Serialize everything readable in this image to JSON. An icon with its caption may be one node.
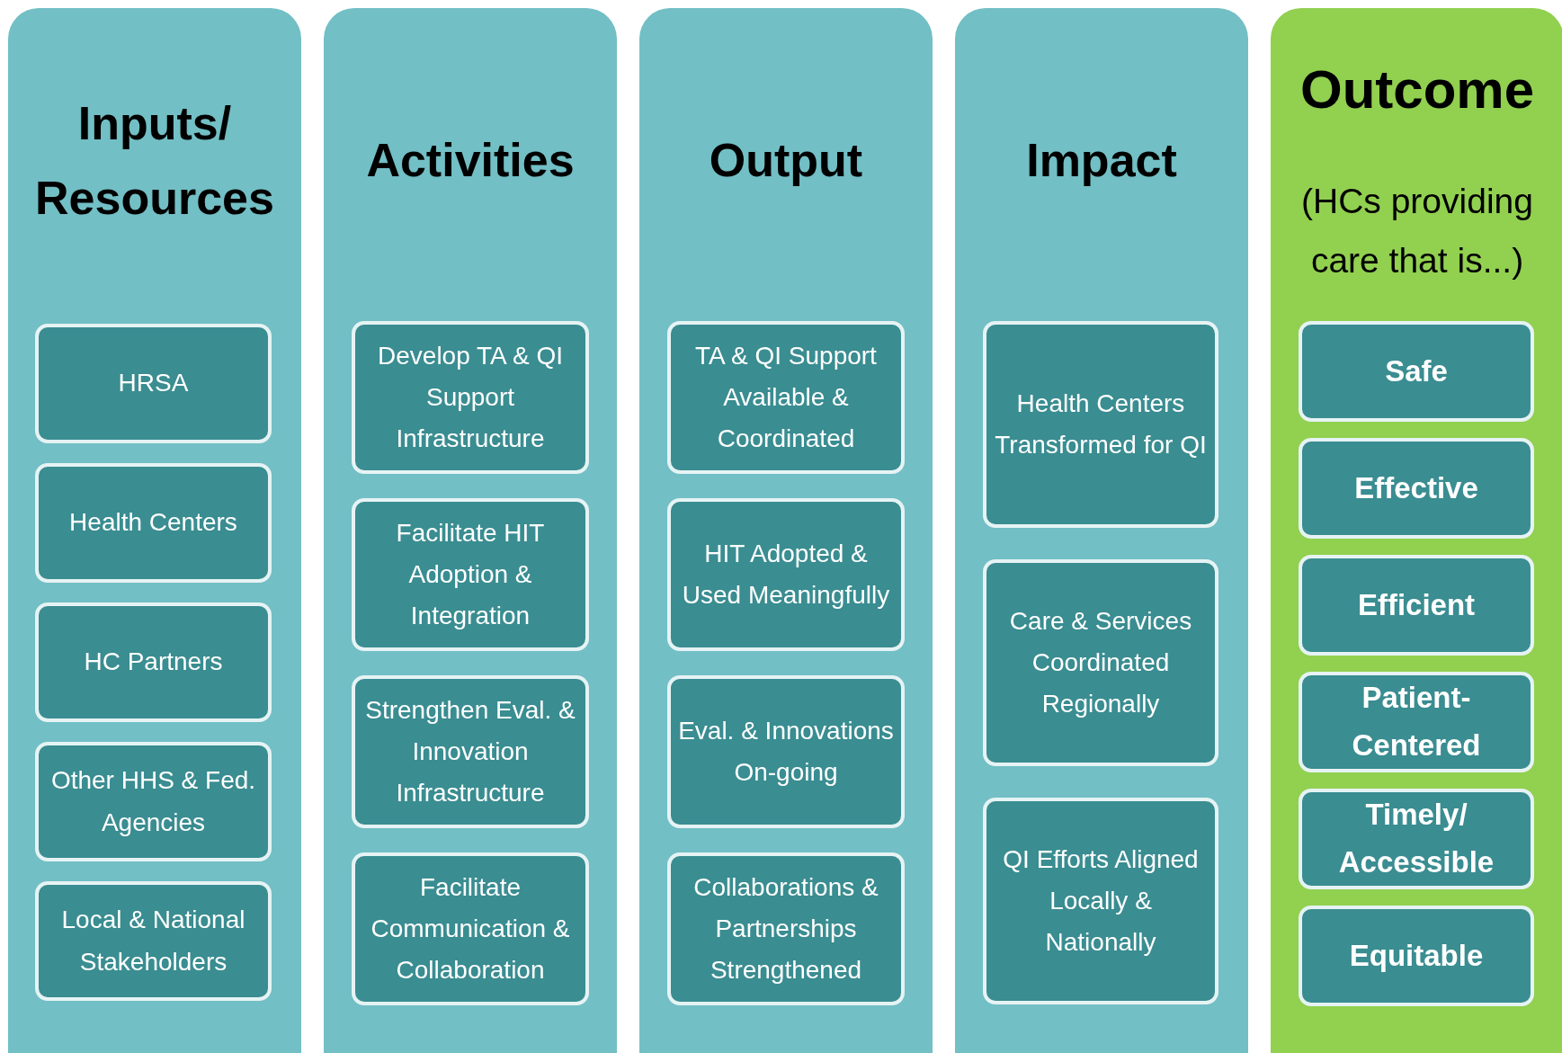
{
  "diagram": {
    "nodes": [
      {
        "text": [
          "Inputs/ Resources"
        ]
      },
      {
        "text": [
          "HRSA"
        ],
        "in": 0
      },
      {
        "text": [
          "Health Centers"
        ],
        "in": 0
      },
      {
        "text": [
          "HC Partners"
        ],
        "in": 0
      },
      {
        "text": [
          "Other HHS & Fed. Agencies"
        ],
        "in": 0
      },
      {
        "text": [
          "Local & National Stakeholders"
        ],
        "in": 0
      },
      {
        "text": [
          "Activities"
        ]
      },
      {
        "text": [
          "Develop TA & QI Support Infrastructure"
        ],
        "in": 6
      },
      {
        "text": [
          "Facilitate HIT Adoption & Integration"
        ],
        "in": 6
      },
      {
        "text": [
          "Strengthen Eval. & Innovation Infrastructure"
        ],
        "in": 6
      },
      {
        "text": [
          "Facilitate Communication & Collaboration"
        ],
        "in": 6
      },
      {
        "text": [
          "Output"
        ]
      },
      {
        "text": [
          "TA & QI Support Available & Coordinated"
        ],
        "in": 11
      },
      {
        "text": [
          "HIT Adopted & Used Meaningfully"
        ],
        "in": 11
      },
      {
        "text": [
          "Eval. & Innovations On-going"
        ],
        "in": 11
      },
      {
        "text": [
          "Collaborations & Partnerships Strengthened"
        ],
        "in": 11
      },
      {
        "text": [
          "Impact"
        ]
      },
      {
        "text": [
          "Health Centers Transformed for QI"
        ],
        "in": 16
      },
      {
        "text": [
          "Care & Services Coordinated Regionally"
        ],
        "in": 16
      },
      {
        "text": [
          "QI Efforts Aligned Locally & Nationally"
        ],
        "in": 16
      },
      {
        "text": [
          "Outcome",
          "(HCs providing care that is...)"
        ]
      },
      {
        "text": [
          "Safe"
        ],
        "in": 20
      },
      {
        "text": [
          "Effective"
        ],
        "in": 20
      },
      {
        "text": [
          "Efficient"
        ],
        "in": 20
      },
      {
        "text": [
          "Patient-Centered"
        ],
        "in": 20
      },
      {
        "text": [
          "Timely/ Accessible"
        ],
        "in": 20
      },
      {
        "text": [
          "Equitable"
        ],
        "in": 20
      }
    ]
  }
}
